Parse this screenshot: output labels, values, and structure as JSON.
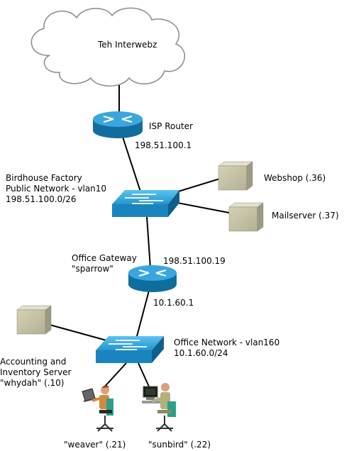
{
  "cloud": {
    "label": "Teh Interwebz"
  },
  "isp_router": {
    "label": "ISP Router",
    "ip": "198.51.100.1"
  },
  "public_network": {
    "label": "Birdhouse Factory\nPublic Network - vlan10\n198.51.100.0/26"
  },
  "webshop": {
    "label": "Webshop (.36)"
  },
  "mailserver": {
    "label": "Mailserver (.37)"
  },
  "office_gateway": {
    "label": "Office Gateway\n\"sparrow\"",
    "ip_public": "198.51.100.19",
    "ip_private": "10.1.60.1"
  },
  "office_network": {
    "label": "Office Network - vlan160\n10.1.60.0/24"
  },
  "server": {
    "label": "Accounting and\nInventory Server\n\"whydah\" (.10)"
  },
  "workstations": [
    {
      "label": "\"weaver\" (.21)"
    },
    {
      "label": "\"sunbird\" (.22)"
    }
  ],
  "colors": {
    "router_blue": "#1d8fc7",
    "switch_blue": "#2ba0d8",
    "server_khaki": "#c9c6a6",
    "cloud_stroke": "#888888"
  }
}
